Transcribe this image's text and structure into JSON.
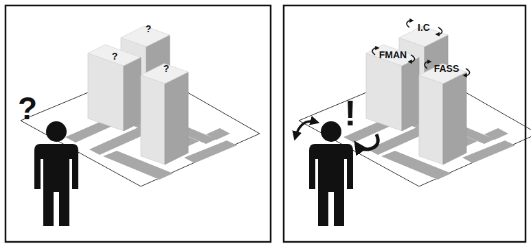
{
  "diagram": {
    "labels": [
      "?",
      "?",
      "?",
      "?",
      "I.C",
      "FMAN",
      "FASS",
      "!"
    ]
  }
}
